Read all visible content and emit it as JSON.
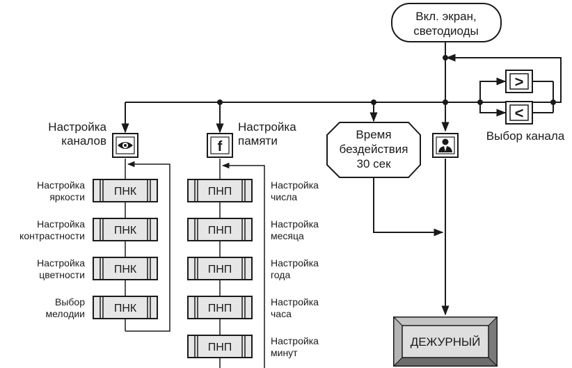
{
  "start_node": {
    "line1": "Вкл. экран,",
    "line2": "светодиоды"
  },
  "channel_select": {
    "label": "Выбор канала",
    "next_symbol": ">",
    "prev_symbol": "<"
  },
  "channel_setup": {
    "title_line1": "Настройка",
    "title_line2": "каналов",
    "icon": "eye-icon",
    "items": [
      {
        "line1": "Настройка",
        "line2": "яркости",
        "box": "ПНК"
      },
      {
        "line1": "Настройка",
        "line2": "контрастности",
        "box": "ПНК"
      },
      {
        "line1": "Настройка",
        "line2": "цветности",
        "box": "ПНК"
      },
      {
        "line1": "Выбор",
        "line2": "мелодии",
        "box": "ПНК"
      }
    ]
  },
  "memory_setup": {
    "title_line1": "Настройка",
    "title_line2": "памяти",
    "icon_letter": "f",
    "items": [
      {
        "line1": "Настройка",
        "line2": "числа",
        "box": "ПНП"
      },
      {
        "line1": "Настройка",
        "line2": "месяца",
        "box": "ПНП"
      },
      {
        "line1": "Настройка",
        "line2": "года",
        "box": "ПНП"
      },
      {
        "line1": "Настройка",
        "line2": "часа",
        "box": "ПНП"
      },
      {
        "line1": "Настройка",
        "line2": "минут",
        "box": "ПНП"
      }
    ]
  },
  "idle_node": {
    "line1": "Время",
    "line2": "бездействия",
    "line3": "30 сек"
  },
  "duty_icon": "person-icon",
  "duty_node": {
    "label": "ДЕЖУРНЫЙ"
  }
}
